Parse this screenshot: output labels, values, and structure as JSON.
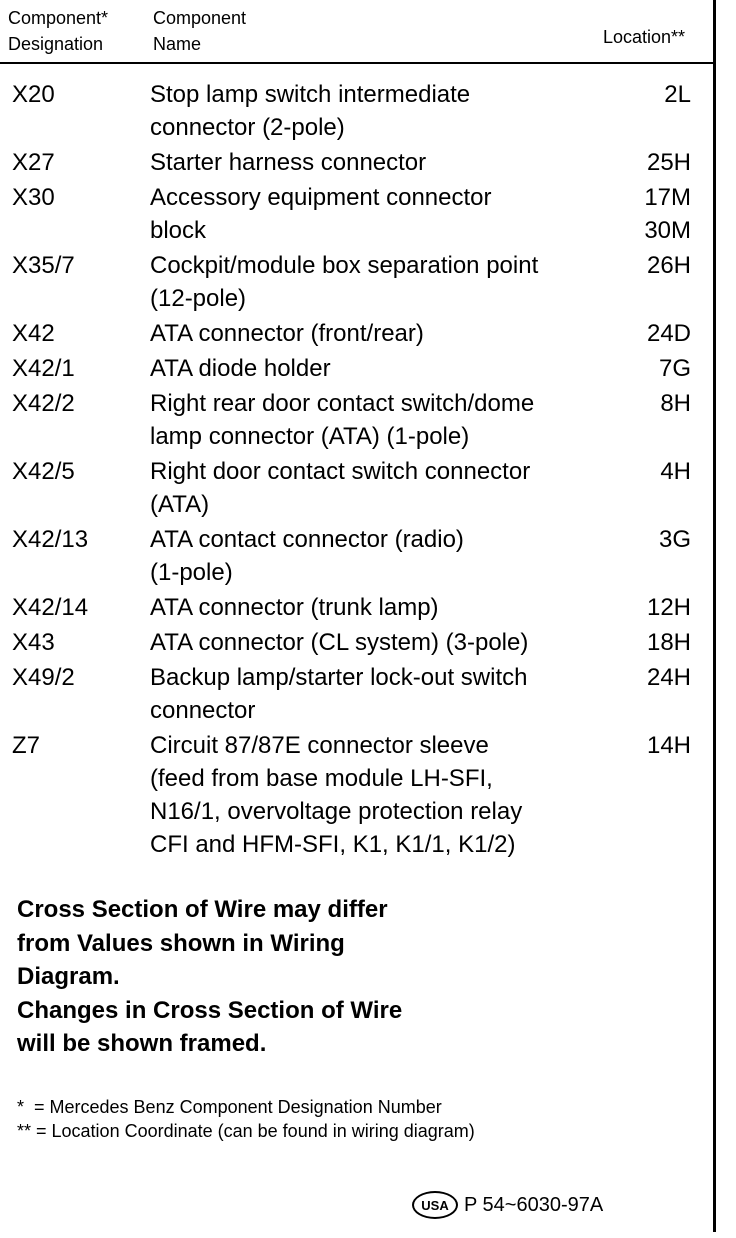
{
  "header": {
    "designation": "Component*\nDesignation",
    "name": "Component\nName",
    "location": "Location**"
  },
  "rows": [
    {
      "designation": "X20",
      "name": "Stop lamp switch intermediate\nconnector (2-pole)",
      "location": "2L"
    },
    {
      "designation": "X27",
      "name": "Starter harness connector",
      "location": "25H"
    },
    {
      "designation": "X30",
      "name": "Accessory equipment connector\nblock",
      "location": "17M\n30M"
    },
    {
      "designation": "X35/7",
      "name": "Cockpit/module box separation point\n(12-pole)",
      "location": "26H"
    },
    {
      "designation": "X42",
      "name": "ATA connector (front/rear)",
      "location": "24D"
    },
    {
      "designation": "X42/1",
      "name": "ATA diode holder",
      "location": "7G"
    },
    {
      "designation": "X42/2",
      "name": "Right rear door contact switch/dome\nlamp connector (ATA) (1-pole)",
      "location": "8H"
    },
    {
      "designation": "X42/5",
      "name": "Right door contact switch connector\n(ATA)",
      "location": "4H"
    },
    {
      "designation": "X42/13",
      "name": "ATA contact connector (radio)\n(1-pole)",
      "location": "3G"
    },
    {
      "designation": "X42/14",
      "name": "ATA connector (trunk lamp)",
      "location": "12H"
    },
    {
      "designation": "X43",
      "name": "ATA connector (CL system) (3-pole)",
      "location": "18H"
    },
    {
      "designation": "X49/2",
      "name": "Backup lamp/starter lock-out switch\nconnector",
      "location": "24H"
    },
    {
      "designation": "Z7",
      "name": "Circuit 87/87E connector sleeve\n(feed from base module LH-SFI,\nN16/1, overvoltage protection relay\nCFI and HFM-SFI, K1, K1/1, K1/2)",
      "location": "14H"
    }
  ],
  "notes": "Cross Section of Wire may differ\nfrom Values shown in Wiring\nDiagram.\nChanges in Cross Section of Wire\nwill be shown framed.",
  "footnotes": [
    "*  = Mercedes Benz Component Designation Number",
    "** = Location Coordinate (can be found in wiring diagram)"
  ],
  "stamp": {
    "logo": "USA",
    "code": "P 54~6030-97A"
  }
}
